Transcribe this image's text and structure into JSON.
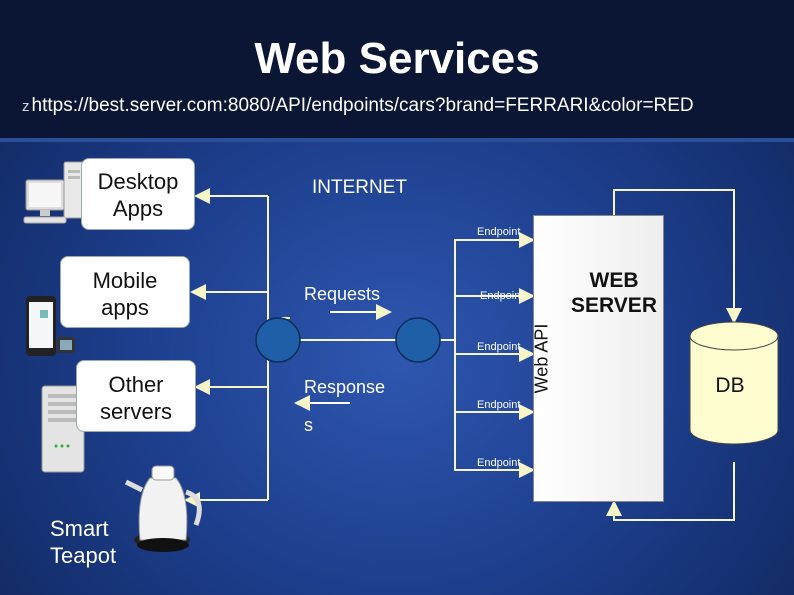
{
  "slide": {
    "title": "Web Services",
    "url_bullet": "z",
    "url": "https://best.server.com:8080/API/endpoints/cars?brand=FERRARI&color=RED"
  },
  "clients": {
    "desktop": "Desktop\nApps",
    "mobile": "Mobile\napps",
    "other": "Other\nservers",
    "teapot": "Smart\nTeapot"
  },
  "network": {
    "internet": "INTERNET",
    "requests": "Requests",
    "response_line1": "Response",
    "response_line2": "s"
  },
  "endpoints": [
    "Endpoint",
    "Endpoint",
    "Endpoint",
    "Endpoint",
    "Endpoint"
  ],
  "server": {
    "label": "WEB\nSERVER",
    "api": "Web API",
    "db": "DB"
  },
  "colors": {
    "background": "#1d3f8e",
    "title_bar": "#0a1633",
    "connector": "#f5f5c8",
    "router": "#1e5fa8",
    "db_fill": "#fdfdd0"
  },
  "icons": [
    "desktop-computer-icon",
    "mobile-phone-icon",
    "server-tower-icon",
    "kettle-icon"
  ]
}
